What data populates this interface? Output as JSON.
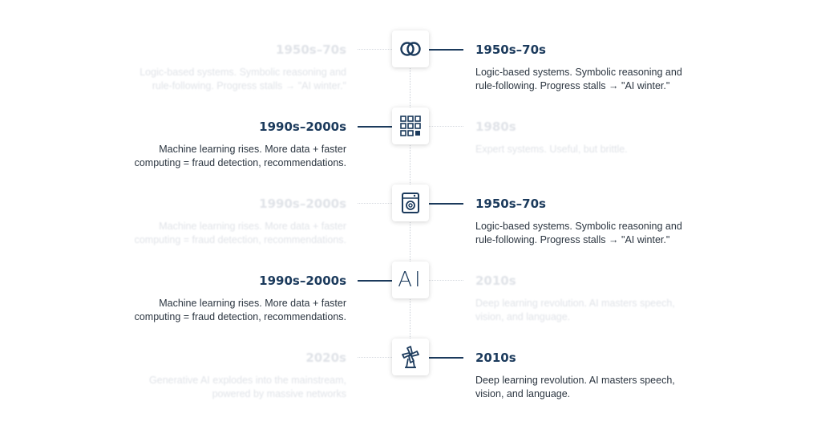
{
  "rows": [
    {
      "icon": "interlocking-rings-icon",
      "left": {
        "title": "1950s–70s",
        "desc": "Logic-based systems. Symbolic reasoning and rule-following. Progress stalls → \"AI winter.\"",
        "state": "ghost"
      },
      "right": {
        "title": "1950s–70s",
        "desc": "Logic-based systems. Symbolic reasoning and rule-following. Progress stalls → \"AI winter.\"",
        "state": "active"
      }
    },
    {
      "icon": "grid-icon",
      "left": {
        "title": "1990s–2000s",
        "desc": "Machine learning rises. More data + faster computing = fraud detection, recommendations.",
        "state": "active"
      },
      "right": {
        "title": "1980s",
        "desc": "Expert systems. Useful, but brittle.",
        "state": "ghost"
      }
    },
    {
      "icon": "washing-machine-icon",
      "left": {
        "title": "1990s–2000s",
        "desc": "Machine learning rises. More data + faster computing = fraud detection, recommendations.",
        "state": "ghost"
      },
      "right": {
        "title": "1950s–70s",
        "desc": "Logic-based systems. Symbolic reasoning and rule-following. Progress stalls → \"AI winter.\"",
        "state": "active"
      }
    },
    {
      "icon": "ai-text-icon",
      "icon_text": "AI",
      "left": {
        "title": "1990s–2000s",
        "desc": "Machine learning rises. More data + faster computing = fraud detection, recommendations.",
        "state": "active"
      },
      "right": {
        "title": "2010s",
        "desc": "Deep learning revolution. AI masters speech, vision, and language.",
        "state": "ghost"
      }
    },
    {
      "icon": "windmill-icon",
      "left": {
        "title": "2020s",
        "desc": "Generative AI explodes into the mainstream, powered by massive networks",
        "state": "ghost"
      },
      "right": {
        "title": "2010s",
        "desc": "Deep learning revolution. AI masters speech, vision, and language.",
        "state": "active"
      }
    }
  ],
  "colors": {
    "accent": "#1b3a5c",
    "text": "#2b3540",
    "ghost": "#e0e3e8",
    "spine": "#c9ced6"
  }
}
